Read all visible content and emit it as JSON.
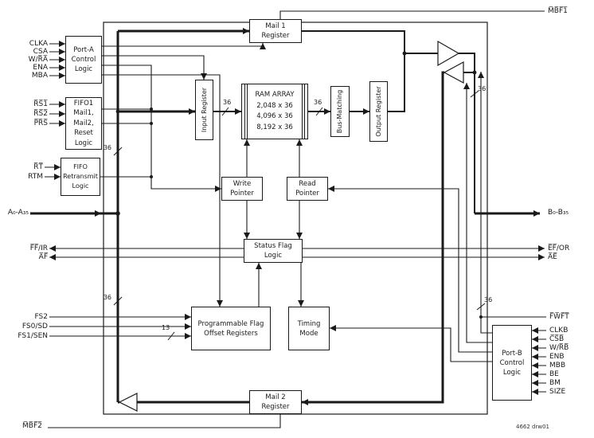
{
  "caption": "4662 drw01",
  "blocks": {
    "port_a": {
      "l1": "Port-A",
      "l2": "Control",
      "l3": "Logic"
    },
    "mail1": {
      "l1": "Mail 1",
      "l2": "Register"
    },
    "fifo1": {
      "l1": "FIFO1",
      "l2": "Mail1,",
      "l3": "Mail2,",
      "l4": "Reset",
      "l5": "Logic"
    },
    "retransmit": {
      "l1": "FIFO",
      "l2": "Retransmit",
      "l3": "Logic"
    },
    "input_reg": {
      "l1": "Input Register"
    },
    "ram": {
      "l1": "RAM ARRAY",
      "l2": "2,048 x 36",
      "l3": "4,096 x 36",
      "l4": "8,192 x 36"
    },
    "bus_matching": {
      "l1": "Bus-Matching"
    },
    "output_reg": {
      "l1": "Output Register"
    },
    "write_ptr": {
      "l1": "Write",
      "l2": "Pointer"
    },
    "read_ptr": {
      "l1": "Read",
      "l2": "Pointer"
    },
    "status_flag": {
      "l1": "Status Flag",
      "l2": "Logic"
    },
    "prog_flag": {
      "l1": "Programmable Flag",
      "l2": "Offset Registers"
    },
    "timing_mode": {
      "l1": "Timing",
      "l2": "Mode"
    },
    "mail2": {
      "l1": "Mail 2",
      "l2": "Register"
    },
    "port_b": {
      "l1": "Port-B",
      "l2": "Control",
      "l3": "Logic"
    }
  },
  "signals": {
    "clka": "CLKA",
    "csa": "CSA",
    "wra": "W/R̅A̅",
    "ena": "ENA",
    "mba": "MBA",
    "rs1": "R̅S̅1̅",
    "rs2": "R̅S̅2̅",
    "prs": "P̅R̅S̅",
    "rt": "R̅T̅",
    "rtm": "RTM",
    "abus": "A₀-A₃₅",
    "ffir": "F̅F̅/IR",
    "af": "A̅F̅",
    "fs2": "FS2",
    "fs0": "FS0/SD",
    "fs1": "FS1/SEN",
    "mbf2": "M̅B̅F̅2̅",
    "mbf1": "M̅B̅F̅1̅",
    "bbus": "B₀-B₃₅",
    "efor": "E̅F̅/OR",
    "ae": "A̅E̅",
    "fwft": "F̅W̅F̅T̅",
    "clkb": "CLKB",
    "csb": "C̅S̅B̅",
    "wrb": "W/R̅B̅",
    "enb": "ENB",
    "mbb": "MBB",
    "be": "BE",
    "bm": "BM",
    "size": "SIZE"
  },
  "bus_widths": {
    "w36": "36",
    "w13": "13"
  }
}
